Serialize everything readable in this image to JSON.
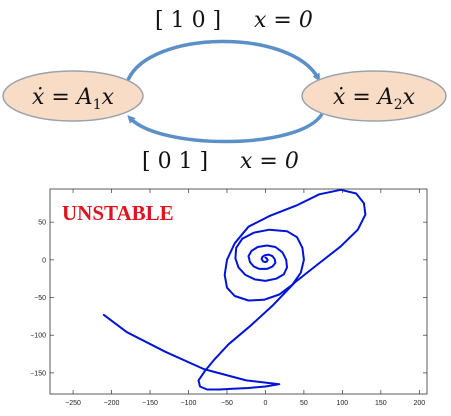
{
  "diagram": {
    "top_guard": {
      "matrix": "[ 1  0 ]",
      "rhs": "x = 0"
    },
    "bottom_guard": {
      "matrix": "[ 0  1 ]",
      "rhs": "x = 0"
    },
    "node_left": {
      "base": "ẋ = A",
      "sub": "1",
      "tail": "x"
    },
    "node_right": {
      "base": "ẋ = A",
      "sub": "2",
      "tail": "x"
    },
    "colors": {
      "node_fill": "#f8dcc6",
      "node_stroke": "#9aa3ad",
      "arrow": "#5b8fc7"
    }
  },
  "plot": {
    "annotation": "UNSTABLE",
    "annotation_color": "#e0141e",
    "line_color": "#0014d6"
  },
  "chart_data": {
    "type": "line",
    "title": "",
    "xlabel": "",
    "ylabel": "",
    "xlim": [
      -280,
      210
    ],
    "ylim": [
      -178,
      94
    ],
    "xticks": [
      -250,
      -200,
      -150,
      -100,
      -50,
      0,
      50,
      100,
      150,
      200
    ],
    "yticks": [
      50,
      0,
      -50,
      -100,
      -150
    ],
    "xtick_labels": [
      "−250",
      "−200",
      "−150",
      "−100",
      "−50",
      "0",
      "50",
      "100",
      "150",
      "200"
    ],
    "ytick_labels": [
      "50",
      "0",
      "−50",
      "−100",
      "−150"
    ],
    "grid": false,
    "series": [
      {
        "x": [
          0,
          1.5,
          3,
          2,
          0,
          -3,
          -5,
          -4,
          -1,
          4,
          9,
          12,
          13,
          9,
          2,
          -8,
          -15,
          -20,
          -22,
          -18,
          -10,
          2,
          13,
          22,
          27,
          28,
          24,
          14,
          0,
          -14,
          -26,
          -35,
          -39,
          -38,
          -30,
          -15,
          5,
          28,
          41,
          48,
          50,
          46,
          35,
          18,
          -2,
          -22,
          -40,
          -50,
          -53,
          -50,
          -40,
          -22,
          5,
          40,
          70,
          98,
          118,
          128,
          130,
          120,
          98,
          68,
          38,
          10,
          -20,
          -48,
          -66,
          -79,
          -87,
          -85,
          -76,
          -60,
          -42,
          -22,
          0,
          18,
          -25,
          -80,
          -130,
          -180,
          -210
        ],
        "y": [
          3,
          2,
          0,
          -2,
          -3,
          -2,
          1,
          4,
          6,
          7,
          5,
          1,
          -4,
          -9,
          -12,
          -12,
          -9,
          -3,
          5,
          12,
          17,
          19,
          17,
          10,
          0,
          -10,
          -19,
          -25,
          -28,
          -26,
          -20,
          -10,
          2,
          16,
          28,
          36,
          40,
          38,
          30,
          16,
          0,
          -17,
          -33,
          -46,
          -53,
          -54,
          -48,
          -37,
          -20,
          0,
          22,
          44,
          58,
          72,
          87,
          93,
          88,
          75,
          60,
          40,
          18,
          -6,
          -30,
          -60,
          -88,
          -112,
          -132,
          -148,
          -160,
          -168,
          -172,
          -172,
          -171,
          -170,
          -168,
          -165,
          -160,
          -145,
          -122,
          -96,
          -73
        ]
      }
    ]
  }
}
